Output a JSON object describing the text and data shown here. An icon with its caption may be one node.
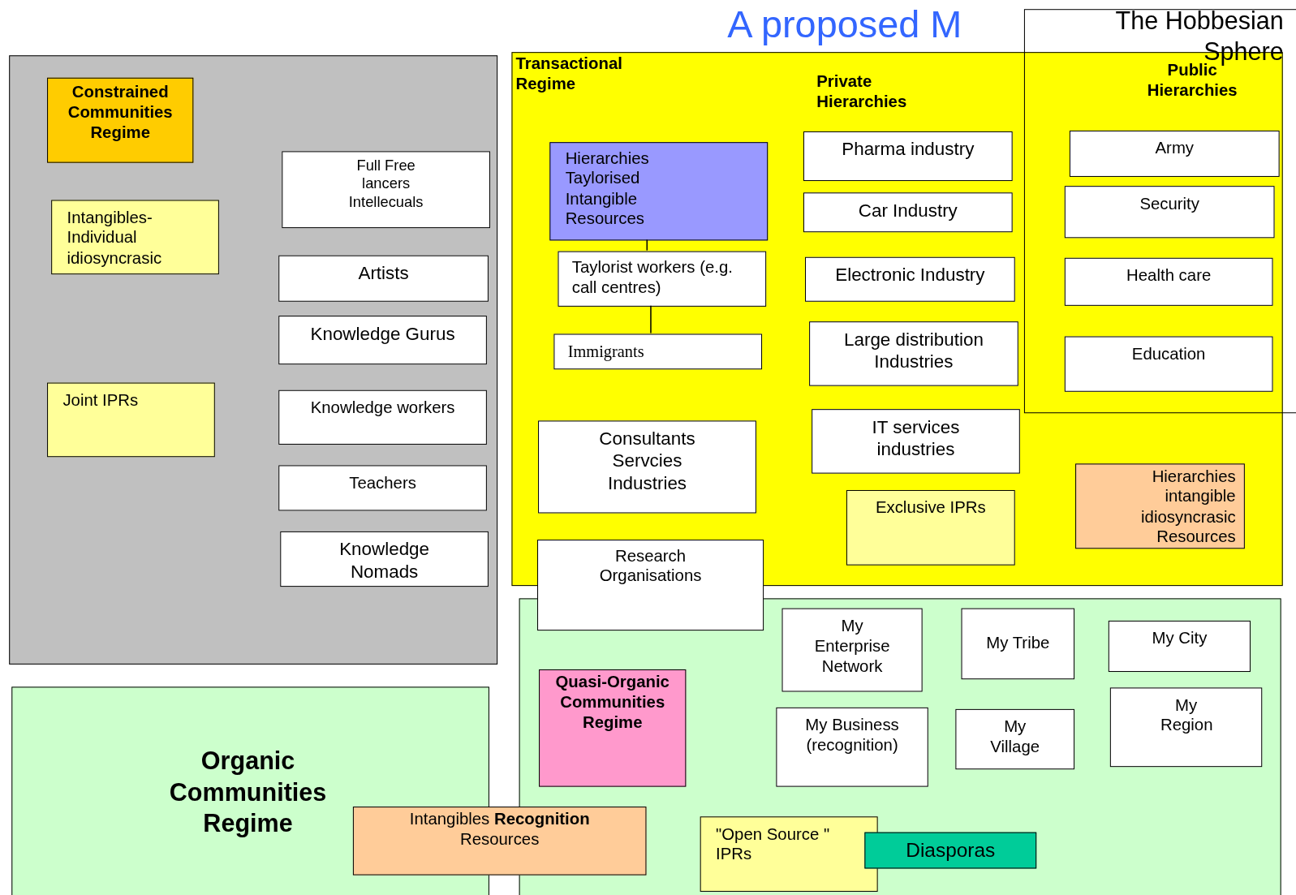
{
  "diagram": {
    "title": "A proposed M",
    "nodes": [
      {
        "text": [],
        "shape": "box"
      },
      {
        "text": [
          "Constrained Communities Regime"
        ],
        "in": 0
      },
      {
        "text": [
          "Intangibles- Individual idiosyncrasic"
        ],
        "in": 0
      },
      {
        "text": [
          "Joint IPRs"
        ],
        "in": 0
      },
      {
        "text": [
          "Full Free lancers Intellecuals"
        ],
        "in": 0
      },
      {
        "text": [
          "Artists"
        ],
        "in": 0
      },
      {
        "text": [
          "Knowledge Gurus"
        ],
        "in": 0
      },
      {
        "text": [
          "Knowledge workers"
        ],
        "in": 0
      },
      {
        "text": [
          "Teachers"
        ],
        "in": 0
      },
      {
        "text": [
          "Knowledge Nomads"
        ],
        "in": 0
      },
      {
        "text": [
          "Transactional Regime",
          "Private Hierarchies"
        ]
      },
      {
        "text": [
          "Hierarchies Taylorised Intangible Resources"
        ],
        "in": 10
      },
      {
        "text": [
          "Taylorist workers (e.g. call centres)"
        ],
        "in": 10
      },
      {
        "text": [
          "Immigrants"
        ],
        "in": 10
      },
      {
        "text": [
          "Consultants Servcies Industries"
        ],
        "in": 10
      },
      {
        "text": [
          "Research Organisations"
        ]
      },
      {
        "text": [
          "Pharma industry"
        ],
        "in": 10
      },
      {
        "text": [
          "Car Industry"
        ],
        "in": 10
      },
      {
        "text": [
          "Electronic Industry"
        ],
        "in": 10
      },
      {
        "text": [
          "Large distribution Industries"
        ],
        "in": 10
      },
      {
        "text": [
          "IT services industries"
        ],
        "in": 10
      },
      {
        "text": [
          "Exclusive IPRs"
        ],
        "in": 10
      },
      {
        "text": [
          "The Hobbesian Sphere",
          "Public Hierarchies"
        ]
      },
      {
        "text": [
          "Army"
        ]
      },
      {
        "text": [
          "Security"
        ]
      },
      {
        "text": [
          "Health care"
        ]
      },
      {
        "text": [
          "Education"
        ]
      },
      {
        "text": [
          "Hierarchies intangible idiosyncrasic Resources"
        ],
        "in": 10
      },
      {
        "text": [],
        "shape": "box"
      },
      {
        "text": [
          "Quasi-Organic Communities Regime"
        ],
        "in": 28
      },
      {
        "text": [
          "My Enterprise Network"
        ],
        "in": 28
      },
      {
        "text": [
          "My Tribe"
        ],
        "in": 28
      },
      {
        "text": [
          "My City"
        ],
        "in": 28
      },
      {
        "text": [
          "My Business (recognition)"
        ],
        "in": 28
      },
      {
        "text": [
          "My Village"
        ],
        "in": 28
      },
      {
        "text": [
          "My Region"
        ],
        "in": 28
      },
      {
        "text": [
          "\"Open Source \" IPRs"
        ],
        "in": 28
      },
      {
        "text": [
          "Diasporas"
        ],
        "in": 28
      },
      {
        "text": [
          "Organic Communities Regime"
        ]
      },
      {
        "text": [
          "Intangibles  **Recognition** Resources"
        ]
      }
    ],
    "edges": [
      {
        "from": 11,
        "to": 12,
        "arrow": "none"
      },
      {
        "from": 12,
        "to": 13,
        "arrow": "none"
      }
    ]
  }
}
